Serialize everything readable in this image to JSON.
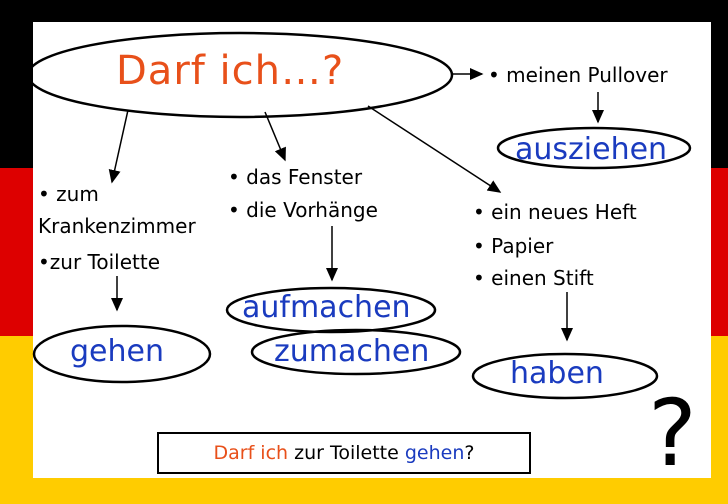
{
  "title": "Darf ich…?",
  "groups": {
    "pullover": {
      "item": "• meinen Pullover",
      "verb": "ausziehen"
    },
    "toilet": {
      "line1": "• zum",
      "line2": "Krankenzimmer",
      "line3": "•zur Toilette",
      "verb": "gehen"
    },
    "window": {
      "line1": "• das Fenster",
      "line2": "• die Vorhänge",
      "verb_open": "aufmachen",
      "verb_close": "zumachen"
    },
    "notebook": {
      "line1": "• ein neues Heft",
      "line2": "• Papier",
      "line3": "• einen Stift",
      "verb": "haben"
    }
  },
  "sentence": {
    "part1": "Darf ich",
    "part2": " zur Toilette ",
    "part3": "gehen",
    "part4": "?"
  },
  "question_mark": "?",
  "colors": {
    "black": "#000000",
    "red": "#dd0000",
    "gold": "#ffcc00",
    "title": "#e8501a",
    "verb": "#1a3bbf"
  }
}
